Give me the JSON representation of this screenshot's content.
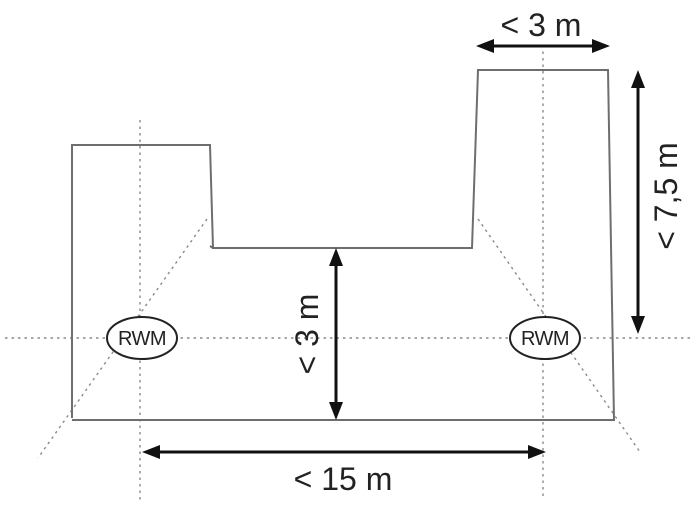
{
  "dimensions": {
    "top_width": "< 3 m",
    "right_height": "< 7,5 m",
    "middle_height": "< 3 m",
    "bottom_width": "< 15 m"
  },
  "detectors": {
    "left_label": "RWM",
    "right_label": "RWM"
  }
}
